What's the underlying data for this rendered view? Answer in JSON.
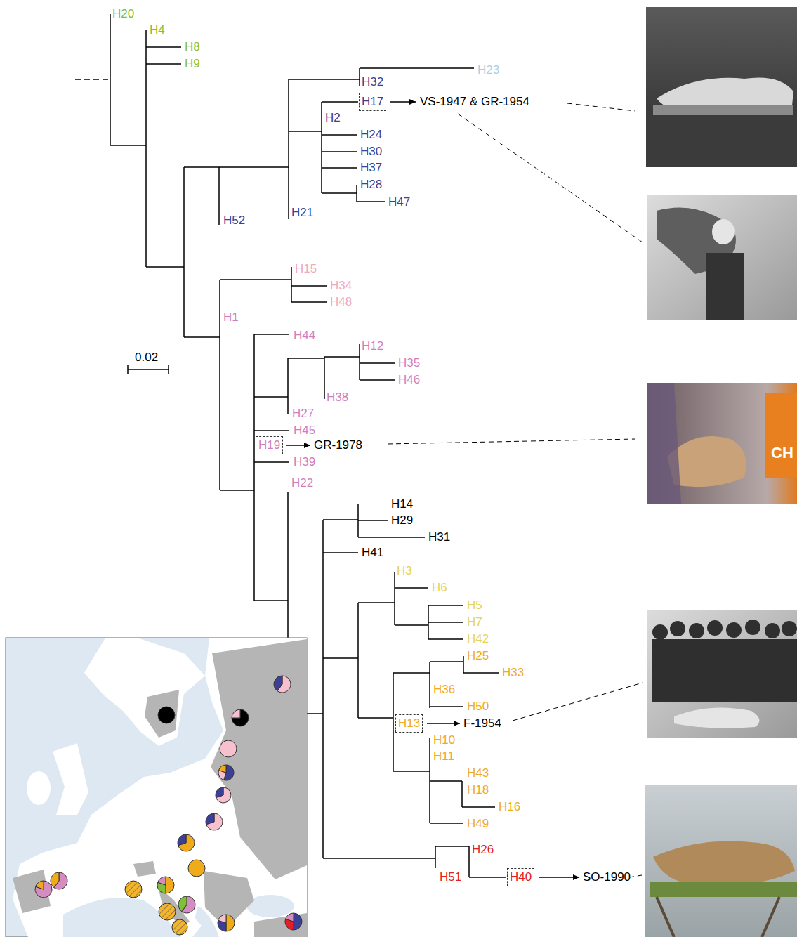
{
  "diagram": {
    "nodes": [
      {
        "text": [
          "H17"
        ]
      },
      {
        "text": [
          "H19"
        ]
      },
      {
        "text": [
          "H13"
        ]
      },
      {
        "text": [
          "H40"
        ]
      }
    ],
    "edges": [],
    "labels": [
      "H20",
      "H4",
      "H8",
      "H9",
      "H23",
      "H32",
      "VS-1947 & GR-1954",
      "H2",
      "H24",
      "H30",
      "H37",
      "H28",
      "H47",
      "H52",
      "H21",
      "H15",
      "H34",
      "H48",
      "H1",
      "H44",
      "H12",
      "0.02",
      "H35",
      "H46",
      "H38",
      "H27",
      "H45",
      "GR-1978",
      "H39",
      "H22",
      "H14",
      "H29",
      "H31",
      "H41",
      "H3",
      "H6",
      "H5",
      "H7",
      "H42",
      "H25",
      "H33",
      "H36",
      "H50",
      "F-1954",
      "H10",
      "H11",
      "H43",
      "H18",
      "H16",
      "H49",
      "H26",
      "SO-1990",
      "H51",
      "CH"
    ]
  }
}
